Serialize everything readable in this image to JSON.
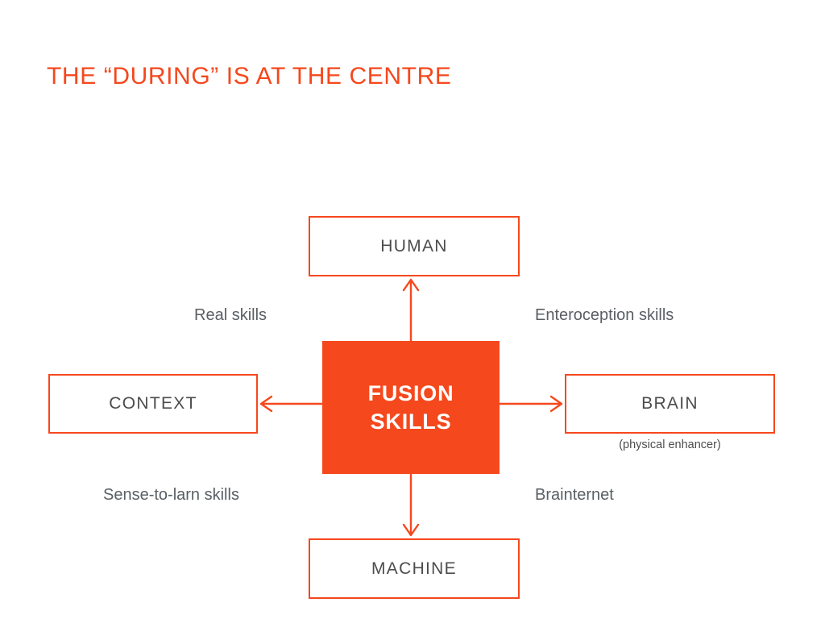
{
  "page": {
    "title": "THE “DURING” IS AT THE CENTRE",
    "background_color": "#ffffff"
  },
  "colors": {
    "accent": "#F5481D",
    "node_text": "#4c4c4c",
    "label_text": "#5a5f63",
    "center_text": "#ffffff"
  },
  "diagram": {
    "type": "hub-and-spoke",
    "center": {
      "id": "fusion-skills",
      "label_line1": "FUSION",
      "label_line2": "SKILLS",
      "fill": "#F5481D",
      "text_color": "#ffffff"
    },
    "nodes": [
      {
        "id": "human",
        "label": "HUMAN",
        "position": "top"
      },
      {
        "id": "context",
        "label": "CONTEXT",
        "position": "left"
      },
      {
        "id": "brain",
        "label": "BRAIN",
        "position": "right",
        "sublabel": "(physical enhancer)"
      },
      {
        "id": "machine",
        "label": "MACHINE",
        "position": "bottom"
      }
    ],
    "edges": [
      {
        "id": "edge-human",
        "from": "fusion-skills",
        "to": "human",
        "direction": "up",
        "label": "Real skills",
        "label_quadrant": "top-left"
      },
      {
        "id": "edge-brain",
        "from": "fusion-skills",
        "to": "brain",
        "direction": "right",
        "label": "Enteroception skills",
        "label_quadrant": "top-right"
      },
      {
        "id": "edge-context",
        "from": "fusion-skills",
        "to": "context",
        "direction": "left",
        "label": "Sense-to-larn skills",
        "label_quadrant": "bottom-left"
      },
      {
        "id": "edge-machine",
        "from": "fusion-skills",
        "to": "machine",
        "direction": "down",
        "label": "Brainternet",
        "label_quadrant": "bottom-right"
      }
    ]
  }
}
